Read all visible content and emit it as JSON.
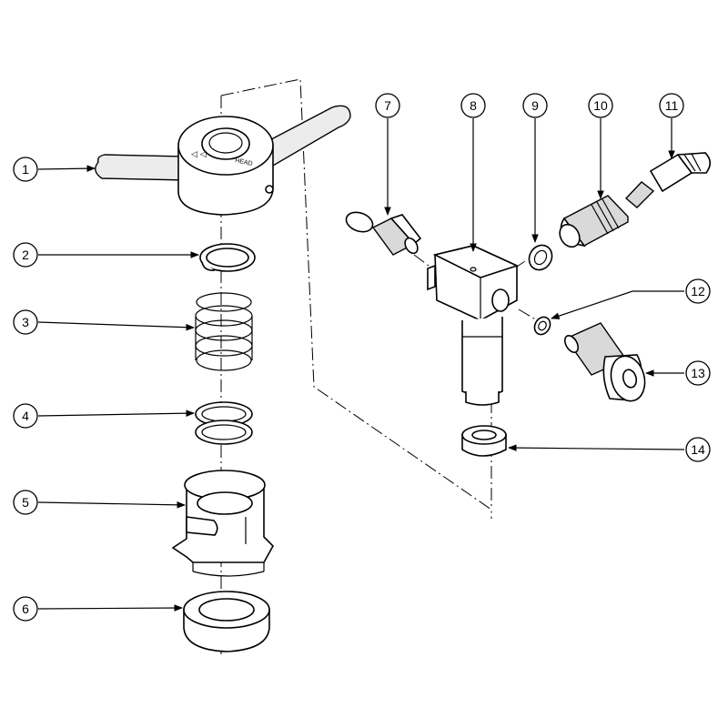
{
  "callouts": [
    {
      "id": "1",
      "label": "1"
    },
    {
      "id": "2",
      "label": "2"
    },
    {
      "id": "3",
      "label": "3"
    },
    {
      "id": "4",
      "label": "4"
    },
    {
      "id": "5",
      "label": "5"
    },
    {
      "id": "6",
      "label": "6"
    },
    {
      "id": "7",
      "label": "7"
    },
    {
      "id": "8",
      "label": "8"
    },
    {
      "id": "9",
      "label": "9"
    },
    {
      "id": "10",
      "label": "10"
    },
    {
      "id": "11",
      "label": "11"
    },
    {
      "id": "12",
      "label": "12"
    },
    {
      "id": "13",
      "label": "13"
    },
    {
      "id": "14",
      "label": "14"
    }
  ],
  "handle_marking": "HEAD"
}
